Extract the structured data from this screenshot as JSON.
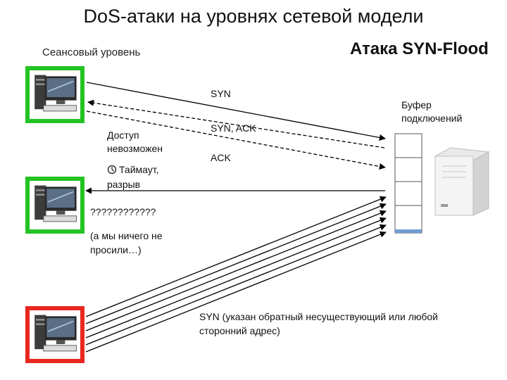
{
  "title": "DoS-атаки на уровнях сетевой модели",
  "layer_label": "Сеансовый уровень",
  "attack_label": "Атака SYN-Flood",
  "messages": {
    "syn": "SYN",
    "syn_ack": "SYN, ACK",
    "ack": "ACK"
  },
  "buffer_label_line1": "Буфер",
  "buffer_label_line2": "подключений",
  "unavailable_line1": "Доступ",
  "unavailable_line2": "невозможен",
  "timeout_line1": "Таймаут,",
  "timeout_line2": "разрыв",
  "question_marks": "????????????",
  "surprise_line1": "(а мы ничего не",
  "surprise_line2": "просили…)",
  "flood_note_line1": "SYN (указан обратный несуществующий или любой",
  "flood_note_line2": "сторонний адрес)",
  "icons": {
    "timeout": "clock-icon",
    "clients": "desktop-computer-icon",
    "server": "server-tower-icon"
  },
  "colors": {
    "client_frame_legit": "#22c322",
    "client_frame_attacker": "#e8271f",
    "buffer_fill": "#6f9bd1"
  }
}
